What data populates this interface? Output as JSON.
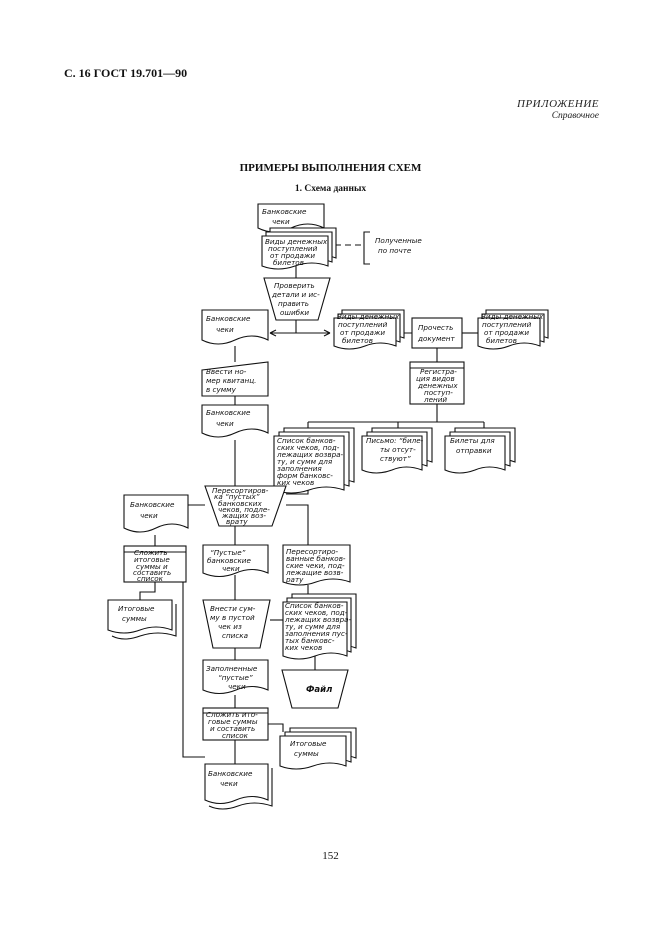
{
  "header": {
    "page_ref": "С. 16 ГОСТ 19.701—90",
    "appendix": "ПРИЛОЖЕНИЕ",
    "appendix_type": "Справочное",
    "title": "ПРИМЕРЫ ВЫПОЛНЕНИЯ СХЕМ",
    "subtitle": "1. Схема данных"
  },
  "diagram": {
    "doc_checks_top": [
      "Банковские",
      "чеки"
    ],
    "multidoc_income_types": [
      "Виды денежных",
      "поступлений",
      "от продажи",
      "билетов"
    ],
    "annotation_received_by_mail": [
      "Полученные",
      "по почте"
    ],
    "op_check_correct": [
      "Проверить",
      "детали и ис-",
      "править",
      "ошибки"
    ],
    "doc_checks_left": [
      "Банковские",
      "чеки"
    ],
    "multidoc_income_types_2": [
      "Виды денежных",
      "поступлений",
      "от продажи",
      "билетов"
    ],
    "proc_read_document": [
      "Прочесть",
      "документ"
    ],
    "multidoc_income_types_3": [
      "Виды денежных",
      "поступлений",
      "от продажи",
      "билетов"
    ],
    "proc_register_income": [
      "Регистра-",
      "ция видов",
      "денежных",
      "поступ-",
      "лений"
    ],
    "manual_input_receipt": [
      "Ввести но-",
      "мер квитанц.",
      "в сумму"
    ],
    "doc_checks_mid": [
      "Банковские",
      "чеки"
    ],
    "multidoc_list_checks": [
      "Список банков-",
      "ских чеков, под-",
      "лежащих возвра-",
      "ту, и сумм для",
      "заполнения",
      "форм банковс-",
      "ких чеков"
    ],
    "multidoc_missing_letters": [
      "Письмо: “биле-",
      "ты отсут-",
      "ствуют”"
    ],
    "multidoc_tickets_send": [
      "Билеты для",
      "отправки"
    ],
    "op_resort_empty": [
      "Пересортиров-",
      "ка “пустых”",
      "банковских",
      "чеков, подле-",
      "жащих воз-",
      "врату"
    ],
    "doc_checks_far_left": [
      "Банковские",
      "чеки"
    ],
    "proc_sum_totals": [
      "Сложить",
      "итоговые",
      "суммы и",
      "составить",
      "список"
    ],
    "doc_totals_left": [
      "Итоговые",
      "суммы"
    ],
    "doc_empty_checks": [
      "“Пустые”",
      "банковские",
      "чеки"
    ],
    "doc_resorted_checks": [
      "Пересортиро-",
      "ванные банков-",
      "ские чеки, под-",
      "лежащие возв-",
      "рату"
    ],
    "manual_input_sums": [
      "Внести сум-",
      "му в пустой",
      "чек из",
      "списка"
    ],
    "multidoc_list_checks_2": [
      "Список банков-",
      "ских чеков, под-",
      "лежащих возвра-",
      "ту, и сумм для",
      "заполнения пус-",
      "тых банковс-",
      "ких чеков"
    ],
    "doc_filled_checks": [
      "Заполненные",
      "“пустые”",
      "чеки"
    ],
    "storage_file": [
      "Файл"
    ],
    "proc_sum_totals_2": [
      "Сложить ито-",
      "говые суммы",
      "и составить",
      "список"
    ],
    "multidoc_totals_right": [
      "Итоговые",
      "суммы"
    ],
    "doc_checks_bottom": [
      "Банковские",
      "чеки"
    ]
  },
  "footer": {
    "page_number": "152"
  }
}
